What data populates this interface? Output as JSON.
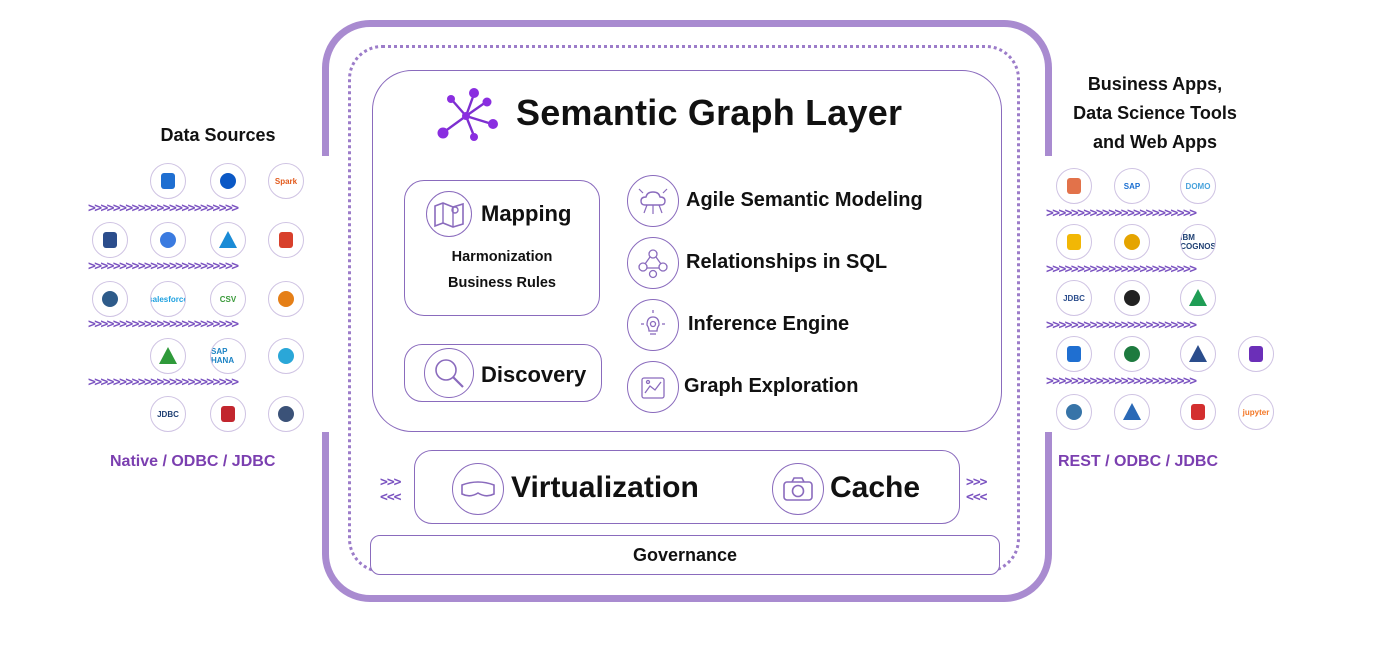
{
  "colors": {
    "accent": "#8a6bbd",
    "frame": "#a98bd0",
    "protocol": "#7b3fb0",
    "arrows": "#7a52c0"
  },
  "title": "Semantic Graph Layer",
  "left": {
    "heading": "Data Sources",
    "protocols": "Native / ODBC / JDBC",
    "arrow_text": ">>>>>>>>>>>>>>>>>>>>>>>>",
    "logos": [
      {
        "name": "azure-synapse-icon"
      },
      {
        "name": "azure-icon"
      },
      {
        "name": "spark-icon",
        "text": "Spark"
      },
      {
        "name": "redshift-icon"
      },
      {
        "name": "bigquery-icon"
      },
      {
        "name": "azure-data-lake-icon"
      },
      {
        "name": "databricks-icon"
      },
      {
        "name": "postgresql-icon"
      },
      {
        "name": "salesforce-icon",
        "text": "salesforce"
      },
      {
        "name": "csv-icon",
        "text": "CSV"
      },
      {
        "name": "aws-athena-icon"
      },
      {
        "name": "mongodb-icon"
      },
      {
        "name": "sap-hana-icon",
        "text": "SAP HANA"
      },
      {
        "name": "snowflake-icon"
      },
      {
        "name": "jdbc-icon",
        "text": "JDBC"
      },
      {
        "name": "sql-server-icon"
      },
      {
        "name": "teradata-icon"
      }
    ]
  },
  "right": {
    "heading_lines": [
      "Business Apps,",
      "Data Science Tools",
      "and Web Apps"
    ],
    "protocols": "REST / ODBC / JDBC",
    "arrow_text": ">>>>>>>>>>>>>>>>>>>>>>>>",
    "logos": [
      {
        "name": "tableau-icon"
      },
      {
        "name": "sap-icon",
        "text": "SAP"
      },
      {
        "name": "domo-icon",
        "text": "DOMO"
      },
      {
        "name": "sigma-icon"
      },
      {
        "name": "power-bi-icon"
      },
      {
        "name": "ibm-cognos-icon",
        "text": "IBM COGNOS"
      },
      {
        "name": "jdbc-icon",
        "text": "JDBC"
      },
      {
        "name": "infinity-icon"
      },
      {
        "name": "qlik-icon"
      },
      {
        "name": "looker-icon"
      },
      {
        "name": "excel-icon"
      },
      {
        "name": "hadoop-icon"
      },
      {
        "name": "web-app-icon"
      },
      {
        "name": "python-icon"
      },
      {
        "name": "dremio-icon"
      },
      {
        "name": "scala-icon"
      },
      {
        "name": "jupyter-icon",
        "text": "jupyter"
      }
    ]
  },
  "mapping": {
    "label": "Mapping",
    "sub1": "Harmonization",
    "sub2": "Business Rules"
  },
  "discovery": {
    "label": "Discovery"
  },
  "features": [
    {
      "label": "Agile Semantic Modeling"
    },
    {
      "label": "Relationships in SQL"
    },
    {
      "label": "Inference Engine"
    },
    {
      "label": "Graph Exploration"
    }
  ],
  "virtualization": {
    "label": "Virtualization"
  },
  "cache": {
    "label": "Cache"
  },
  "governance": {
    "label": "Governance"
  },
  "side_arrows": {
    "in": ">>>",
    "out": "<<<"
  }
}
